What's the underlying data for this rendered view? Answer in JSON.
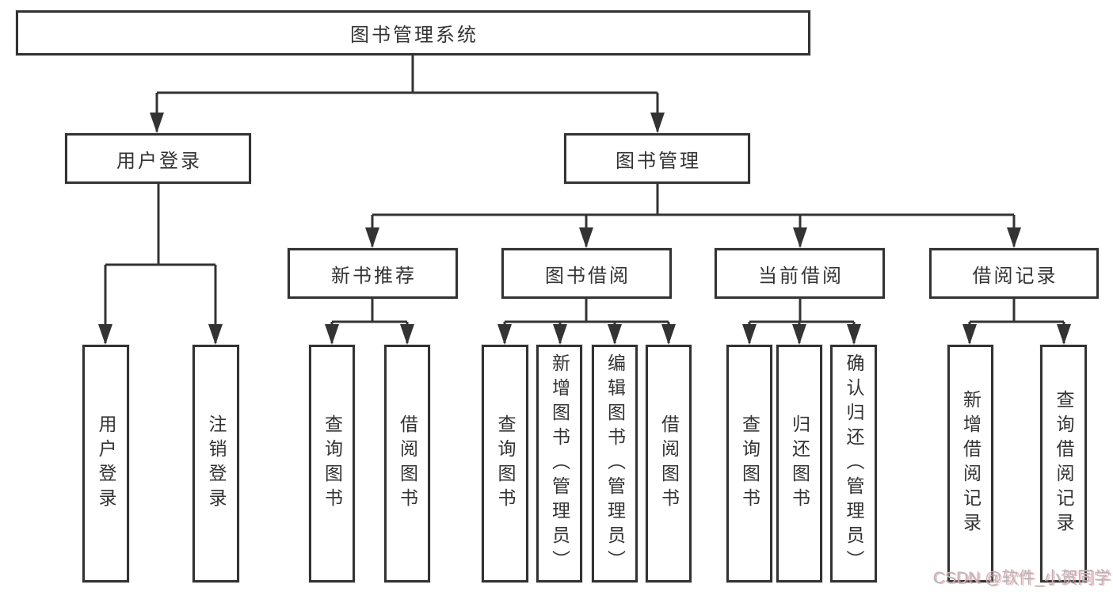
{
  "diagram": {
    "type": "hierarchy-tree",
    "nodes": {
      "root": {
        "label": "图书管理系统"
      },
      "user_login": {
        "label": "用户登录"
      },
      "book_management": {
        "label": "图书管理"
      },
      "new_book_recommend": {
        "label": "新书推荐"
      },
      "book_borrowing": {
        "label": "图书借阅"
      },
      "current_borrowing": {
        "label": "当前借阅"
      },
      "borrowing_records": {
        "label": "借阅记录"
      },
      "leaf_user_login": {
        "label": "用户登录"
      },
      "leaf_logout": {
        "label": "注销登录"
      },
      "leaf_query_books_1": {
        "label": "查询图书"
      },
      "leaf_borrow_books_1": {
        "label": "借阅图书"
      },
      "leaf_query_books_2": {
        "label": "查询图书"
      },
      "leaf_add_books": {
        "label": "新增图书（管理员）"
      },
      "leaf_edit_books": {
        "label": "编辑图书（管理员）"
      },
      "leaf_borrow_books_2": {
        "label": "借阅图书"
      },
      "leaf_query_books_3": {
        "label": "查询图书"
      },
      "leaf_return_books": {
        "label": "归还图书"
      },
      "leaf_confirm_return": {
        "label": "确认归还（管理员）"
      },
      "leaf_add_borrow_record": {
        "label": "新增借阅记录"
      },
      "leaf_query_borrow_record": {
        "label": "查询借阅记录"
      }
    },
    "structure": {
      "图书管理系统": {
        "用户登录": [
          "用户登录",
          "注销登录"
        ],
        "图书管理": {
          "新书推荐": [
            "查询图书",
            "借阅图书"
          ],
          "图书借阅": [
            "查询图书",
            "新增图书（管理员）",
            "编辑图书（管理员）",
            "借阅图书"
          ],
          "当前借阅": [
            "查询图书",
            "归还图书",
            "确认归还（管理员）"
          ],
          "借阅记录": [
            "新增借阅记录",
            "查询借阅记录"
          ]
        }
      }
    },
    "colors": {
      "line": "#333333",
      "box_border": "#333333",
      "box_fill": "#ffffff",
      "text": "#333333",
      "watermark_gray": "#b3b7bb",
      "watermark_red": "#f28286"
    },
    "watermark": "CSDN @软件_小贺同学"
  }
}
